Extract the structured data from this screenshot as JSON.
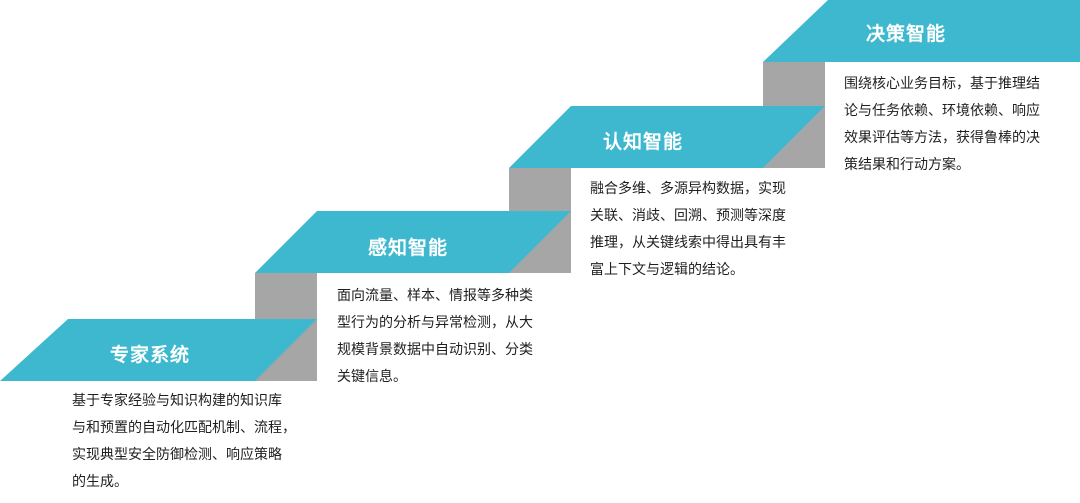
{
  "colors": {
    "tread": "#3db8cf",
    "riser": "#a6a6a6",
    "title_text": "#ffffff",
    "desc_text": "#1f1f1f"
  },
  "steps": [
    {
      "title": "专家系统",
      "lines": [
        "基于专家经验与知识构建的知识库",
        "与和预置的自动化匹配机制、流程，",
        "实现典型安全防御检测、响应策略",
        "的生成。"
      ]
    },
    {
      "title": "感知智能",
      "lines": [
        "面向流量、样本、情报等多种类",
        "型行为的分析与异常检测，从大",
        "规模背景数据中自动识别、分类",
        "关键信息。"
      ]
    },
    {
      "title": "认知智能",
      "lines": [
        "融合多维、多源异构数据，实现",
        "关联、消歧、回溯、预测等深度",
        "推理，从关键线索中得出具有丰",
        "富上下文与逻辑的结论。"
      ]
    },
    {
      "title": "决策智能",
      "lines": [
        "围绕核心业务目标，基于推理结",
        "论与任务依赖、环境依赖、响应",
        "效果评估等方法，获得鲁棒的决",
        "策结果和行动方案。"
      ]
    }
  ]
}
